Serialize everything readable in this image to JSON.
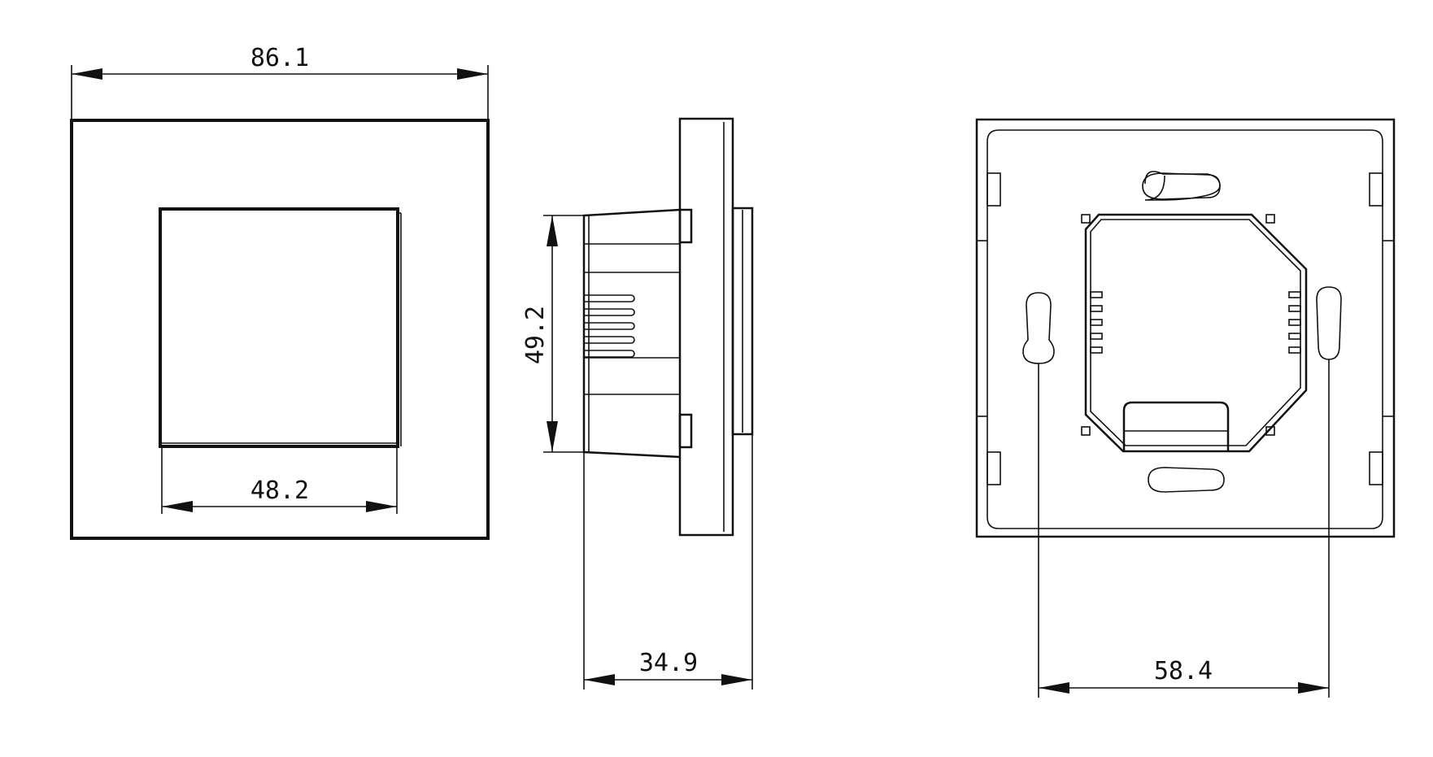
{
  "dimensions": {
    "front_width": "86.1",
    "front_window_width": "48.2",
    "side_height": "49.2",
    "side_depth": "34.9",
    "back_hole_spacing": "58.4"
  },
  "colors": {
    "line": "#111111",
    "background": "#ffffff"
  }
}
